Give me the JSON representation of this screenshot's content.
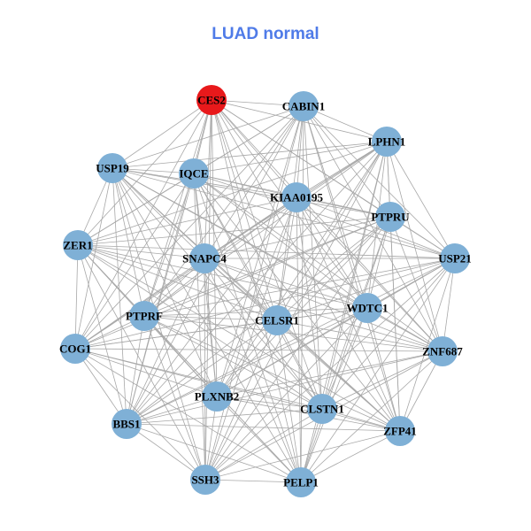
{
  "title": "LUAD normal",
  "colors": {
    "highlight": "#e8191b",
    "node": "#7fb0d6",
    "edge": "#a8a8a8",
    "title": "#4f7be8"
  },
  "nodes": [
    {
      "id": "CES2",
      "highlight": true
    },
    {
      "id": "CABIN1"
    },
    {
      "id": "LPHN1"
    },
    {
      "id": "USP19"
    },
    {
      "id": "IQCE"
    },
    {
      "id": "KIAA0195"
    },
    {
      "id": "PTPRU"
    },
    {
      "id": "ZER1"
    },
    {
      "id": "SNAPC4"
    },
    {
      "id": "USP21"
    },
    {
      "id": "PTPRF"
    },
    {
      "id": "CELSR1"
    },
    {
      "id": "WDTC1"
    },
    {
      "id": "COG1"
    },
    {
      "id": "ZNF687"
    },
    {
      "id": "PLXNB2"
    },
    {
      "id": "CLSTN1"
    },
    {
      "id": "BBS1"
    },
    {
      "id": "ZFP41"
    },
    {
      "id": "SSH3"
    },
    {
      "id": "PELP1"
    }
  ],
  "edges": "all-pairs"
}
